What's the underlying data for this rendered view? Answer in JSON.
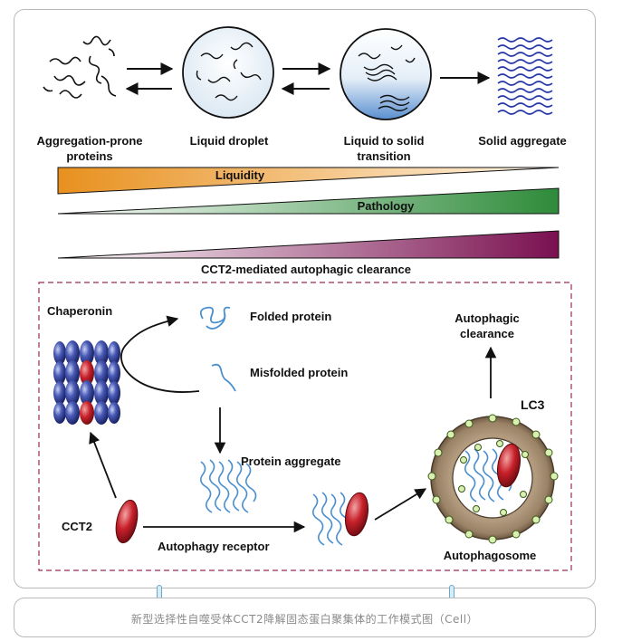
{
  "top_stages": {
    "stage1": [
      "Aggregation-prone",
      "proteins"
    ],
    "stage2": "Liquid droplet",
    "stage3": [
      "Liquid to solid",
      "transition"
    ],
    "stage4": "Solid aggregate"
  },
  "gradients": {
    "liquidity": "Liquidity",
    "pathology": "Pathology",
    "clearance": "CCT2-mediated autophagic clearance"
  },
  "mechanism": {
    "chaperonin": "Chaperonin",
    "folded": "Folded protein",
    "misfolded": "Misfolded protein",
    "aggregate": "Protein aggregate",
    "cct2": "CCT2",
    "receptor": "Autophagy receptor",
    "lc3": "LC3",
    "clearance": [
      "Autophagic",
      "clearance"
    ],
    "autophagosome": "Autophagosome"
  },
  "caption": "新型选择性自噬受体CCT2降解固态蛋白聚集体的工作模式图（Cell）",
  "colors": {
    "liquidity": "#e8901e",
    "pathology": "#2e8b3a",
    "clearance": "#7a1050",
    "protein_line": "#4a8fd0",
    "cct2_red": "#c8202a",
    "dashed_box": "#9a2a5a"
  }
}
